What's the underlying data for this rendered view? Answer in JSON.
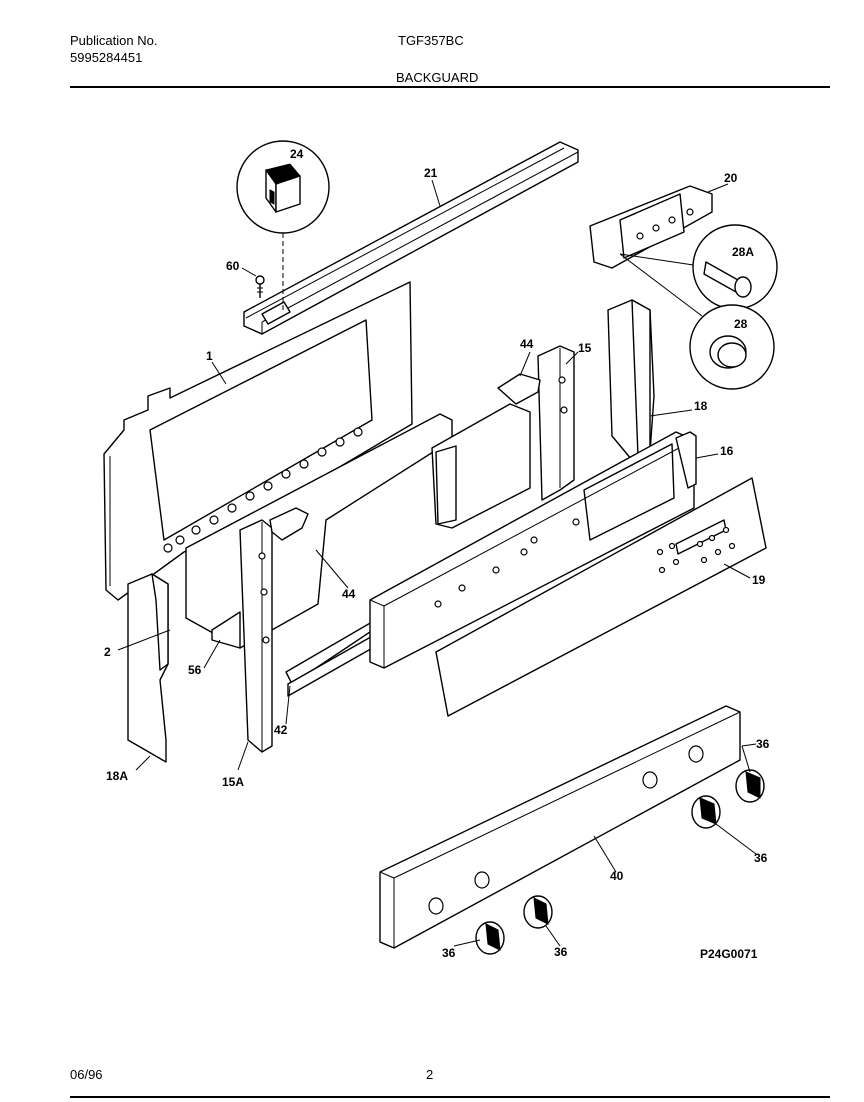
{
  "header": {
    "publication_label": "Publication No.",
    "publication_number": "5995284451",
    "model": "TGF357BC",
    "section_title": "BACKGUARD"
  },
  "footer": {
    "date": "06/96",
    "page_number": "2"
  },
  "diagram": {
    "figure_code": "P24G0071",
    "callouts": {
      "c1": "1",
      "c2": "2",
      "c15": "15",
      "c15A": "15A",
      "c16": "16",
      "c18": "18",
      "c18A": "18A",
      "c19": "19",
      "c20": "20",
      "c21": "21",
      "c24": "24",
      "c28": "28",
      "c28A": "28A",
      "c36a": "36",
      "c36b": "36",
      "c36c": "36",
      "c36d": "36",
      "c40": "40",
      "c42": "42",
      "c44a": "44",
      "c44b": "44",
      "c56": "56",
      "c60": "60"
    }
  }
}
